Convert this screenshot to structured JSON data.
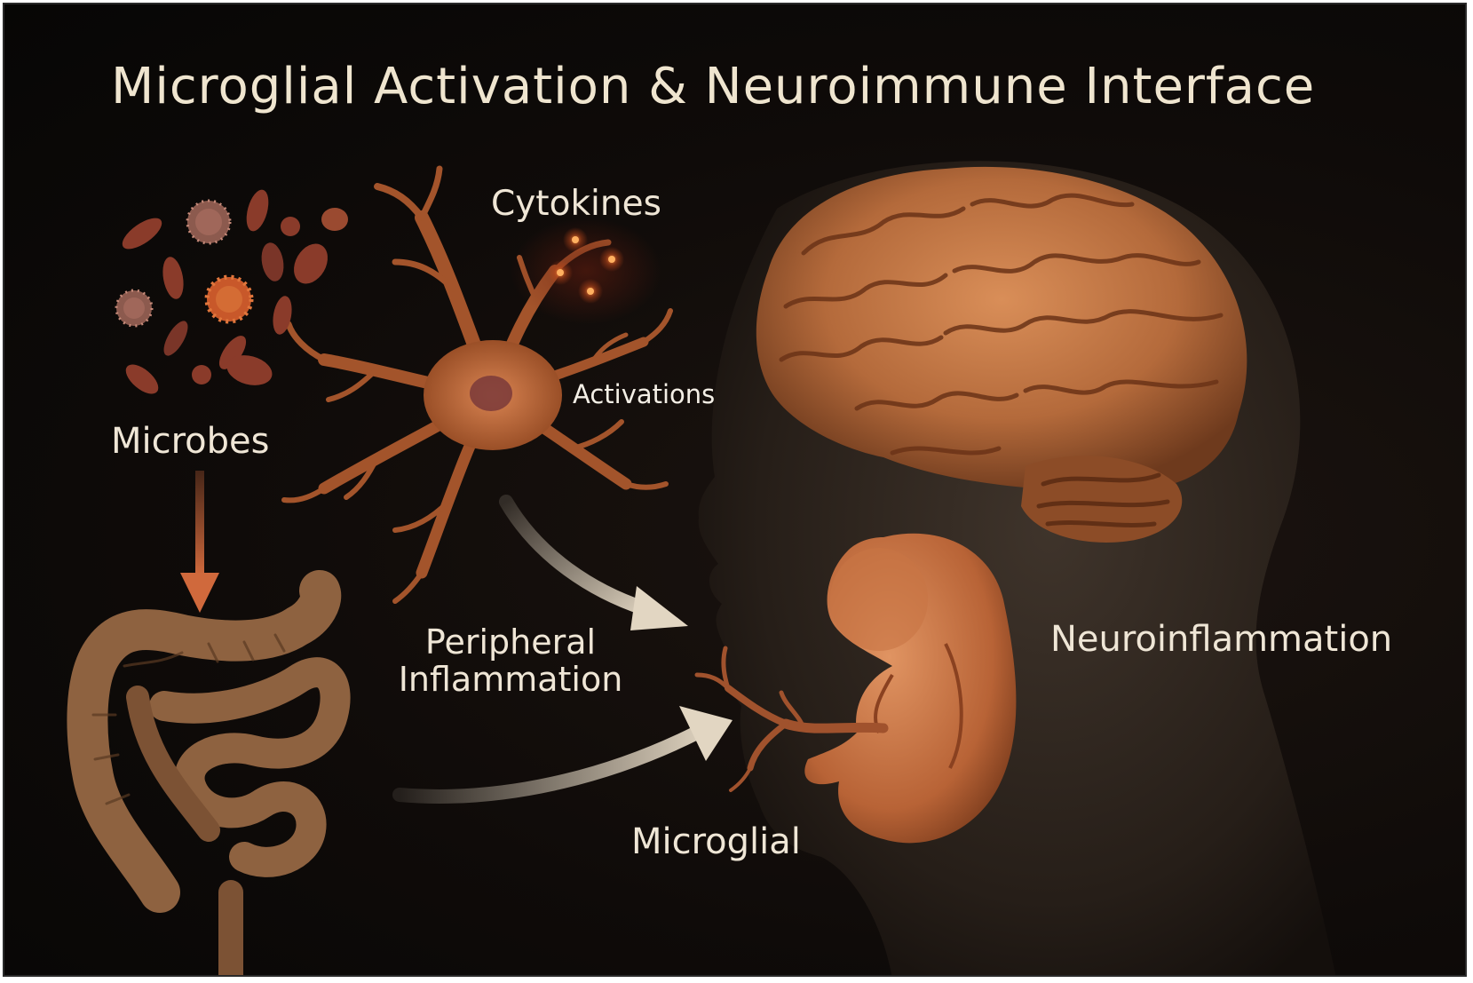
{
  "title": "Microglial Activation & Neuroimmune Interface",
  "labels": {
    "cytokines": "Cytokines",
    "activations": "Activations",
    "microbes": "Microbes",
    "peripheral_line1": "Peripheral",
    "peripheral_line2": "Inflammation",
    "neuroinflammation": "Neuroinflammation",
    "microglial": "Microglial"
  },
  "colors": {
    "background": "#0b0807",
    "text": "#efe6d6",
    "tissue": "#b86a3c",
    "arrow": "#e2d6c2",
    "microbe_arrow": "#c8653a"
  },
  "icons": [
    "microbes-cluster-icon",
    "microglia-cell-icon",
    "cytokine-particles-icon",
    "brain-icon",
    "head-silhouette-icon",
    "fetus-icon",
    "intestines-icon"
  ]
}
